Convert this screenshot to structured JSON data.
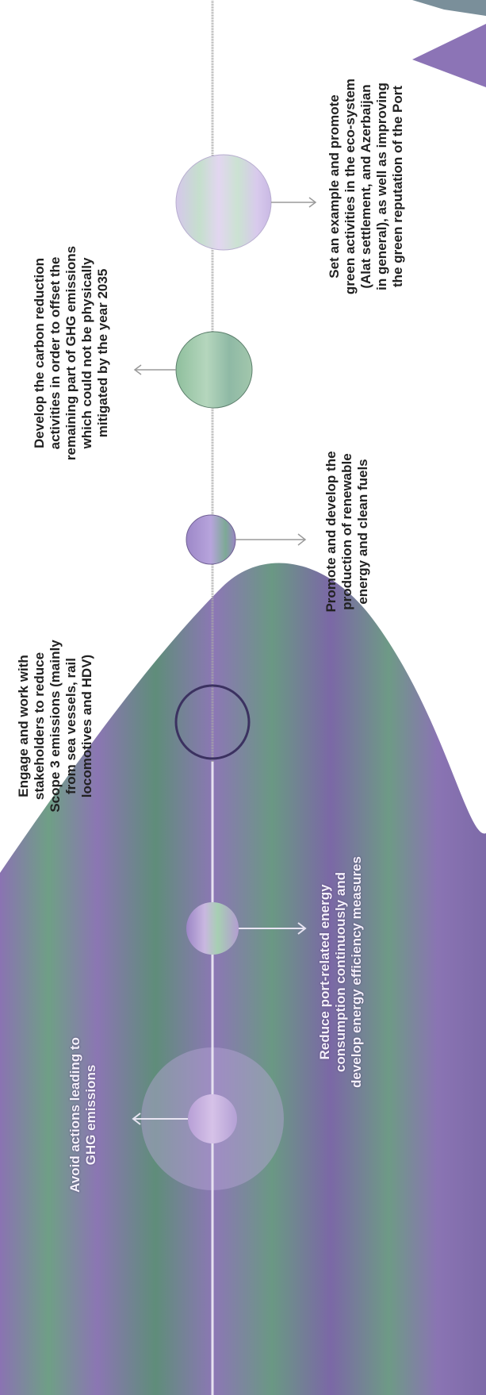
{
  "diagram": {
    "goals": [
      {
        "id": "avoid",
        "text": "Avoid actions leading to\nGHG emissions"
      },
      {
        "id": "reduce",
        "text": "Reduce port-related energy\nconsumption continuously and\ndevelop energy efficiency measures"
      },
      {
        "id": "engage",
        "text": "Engage and work with\nstakeholders to reduce\nScope 3 emissions (mainly\nfrom sea vessels, rail\nlocomotives and HDV)"
      },
      {
        "id": "renewable",
        "text": "Promote and develop the\nproduction of renewable\nenergy and clean fuels"
      },
      {
        "id": "offset",
        "text": "Develop the carbon reduction\nactivities in order to offset the\nremaining part of GHG emissions\nwhich could not be physically\nmitigated by the year 2035"
      },
      {
        "id": "example",
        "text": "Set an example and promote\ngreen activities in the eco-system\n(Alat settlement, and Azerbaijan\nin general), as well as improving\nthe green reputation of the Port"
      }
    ],
    "colors": {
      "mound_purple": "#7e6ba6",
      "mound_green": "#6f9f86",
      "circle_pink": "#c7a7dc",
      "circle_green": "#9fc9a8",
      "line_gray": "#9a9a9a",
      "dark_ring": "#3b3160"
    }
  }
}
